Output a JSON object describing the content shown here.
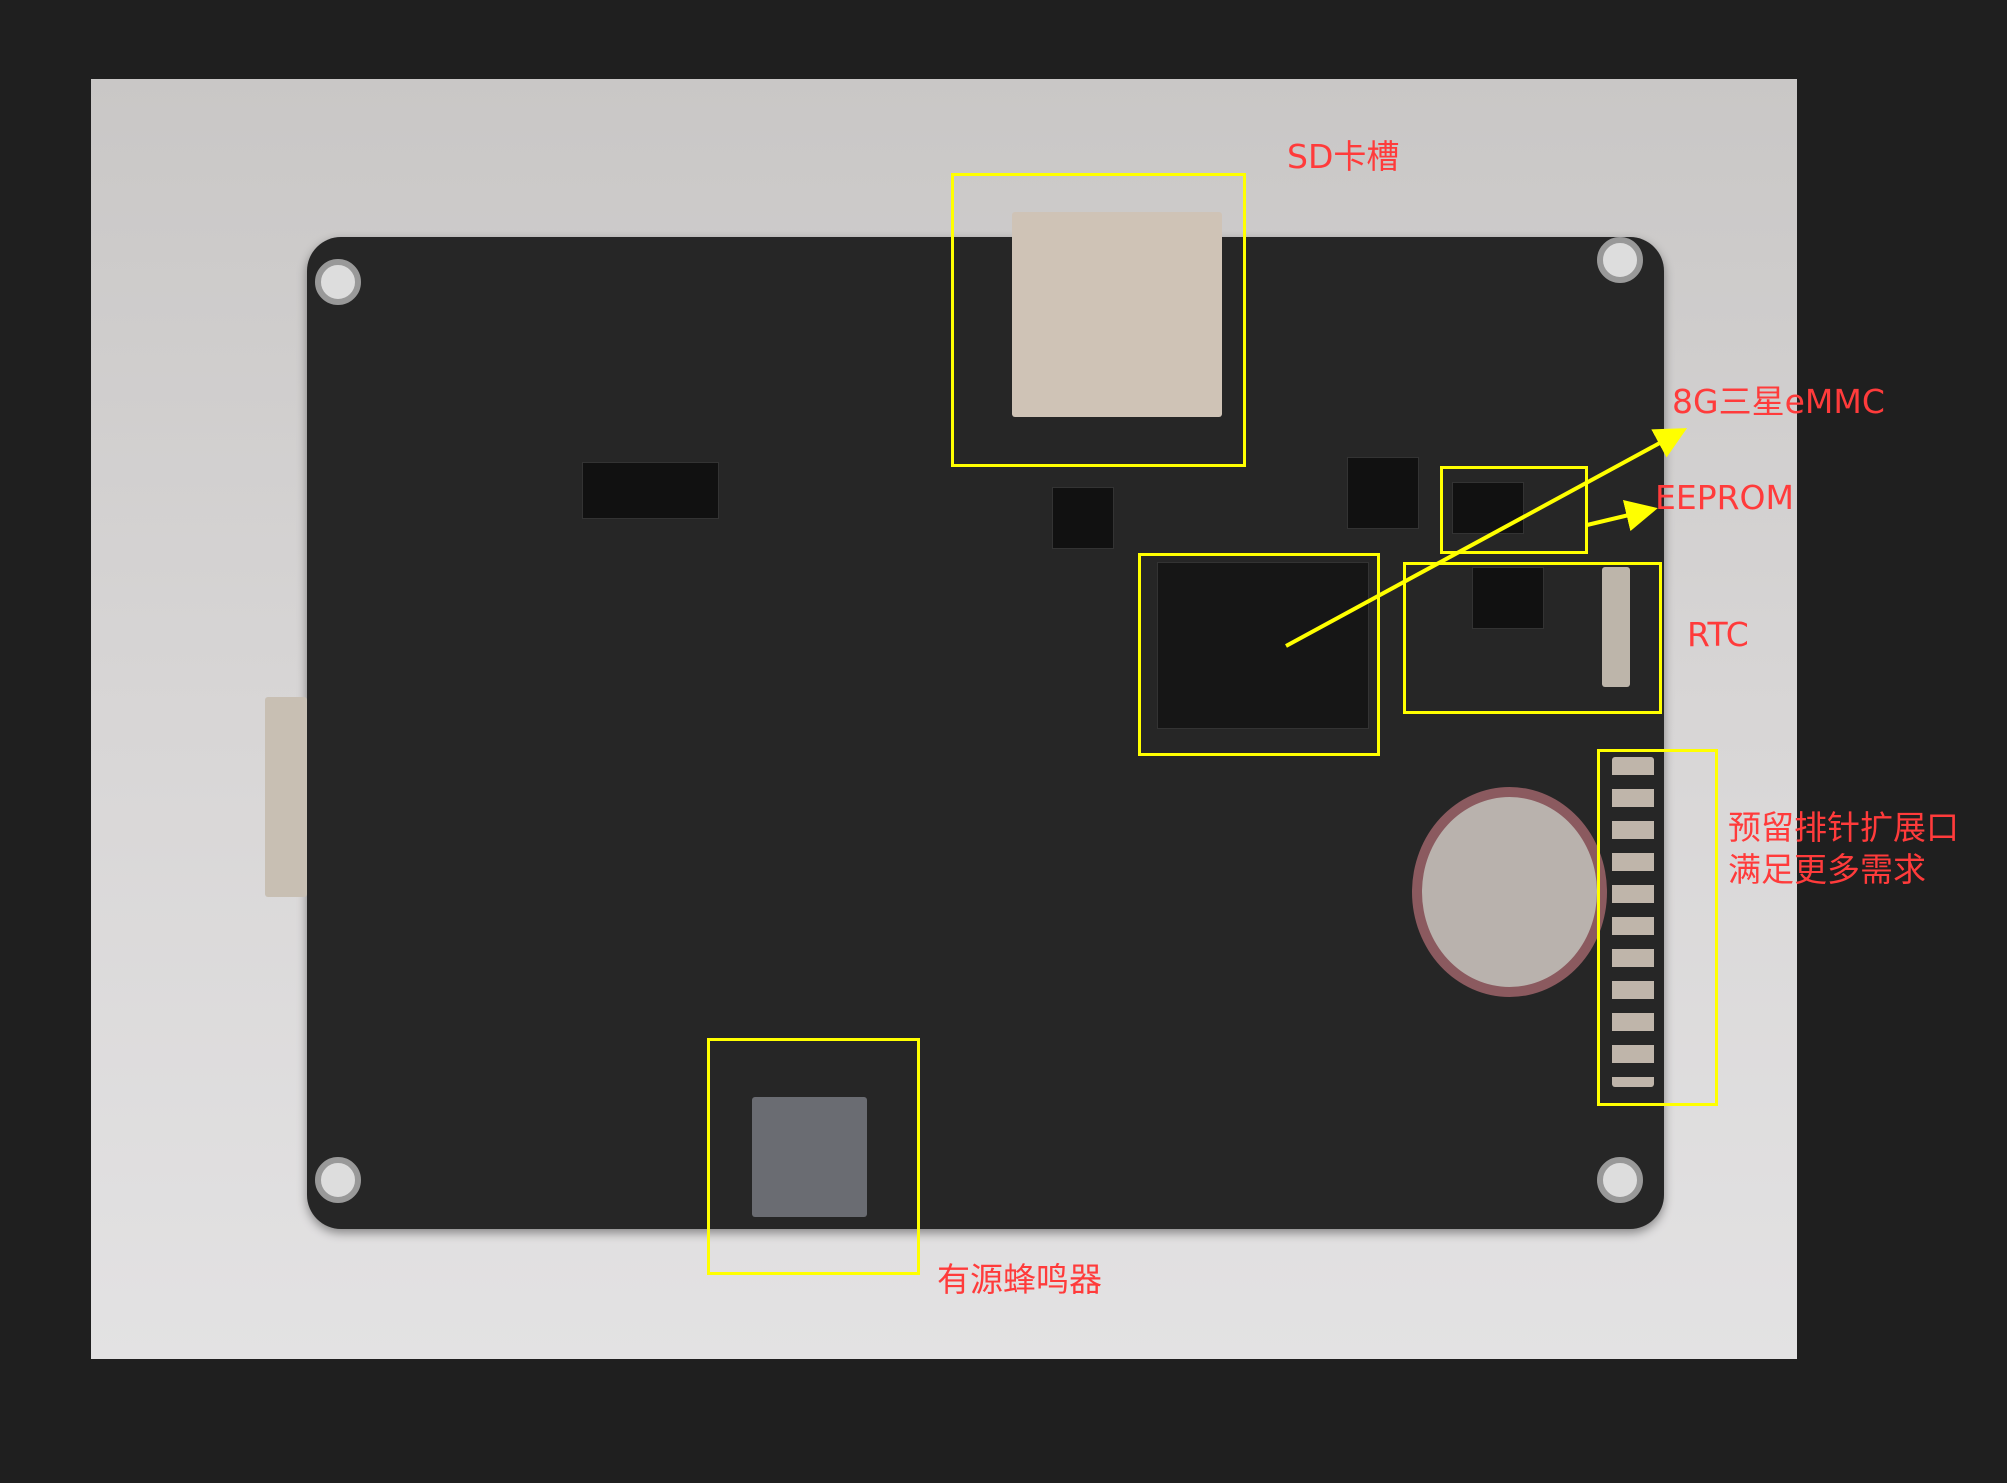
{
  "annotations": {
    "sd_slot": "SD卡槽",
    "emmc": "8G三星eMMC",
    "eeprom": "EEPROM",
    "rtc": "RTC",
    "header_line1": "预留排针扩展口",
    "header_line2": "满足更多需求",
    "buzzer": "有源蜂鸣器"
  },
  "colors": {
    "box": "#ffff00",
    "label": "#ff3b3b",
    "pcb": "#262626"
  }
}
